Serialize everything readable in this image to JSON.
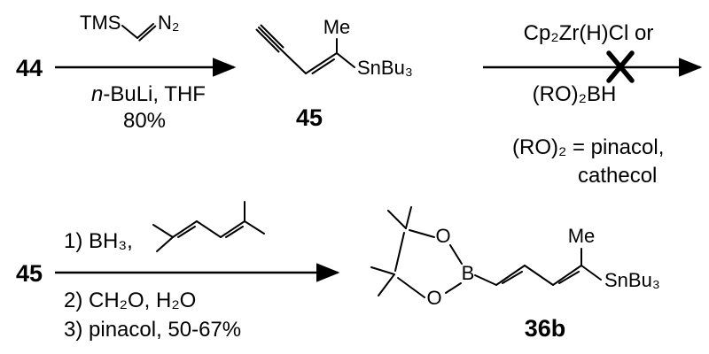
{
  "colors": {
    "ink": "#000000",
    "background": "#ffffff"
  },
  "compounds": {
    "c44": {
      "label": "44"
    },
    "c45": {
      "label": "45",
      "me": "Me",
      "snbu3": "SnBu₃"
    },
    "c36b": {
      "label": "36b",
      "me": "Me",
      "snbu3": "SnBu₃",
      "boron": "B",
      "o_top": "O",
      "o_bottom": "O"
    }
  },
  "step1": {
    "reagent_tms": "TMS",
    "reagent_n2": "N₂",
    "below_italic": "n",
    "below_rest": "-BuLi, THF",
    "yield": "80%"
  },
  "step2": {
    "above": "Cp₂Zr(H)Cl or",
    "below": "(RO)₂BH",
    "note_line1": "(RO)₂ = pinacol,",
    "note_line2": "cathecol",
    "failed": true
  },
  "step3": {
    "line1": "1) BH₃,",
    "line2": "2) CH₂O, H₂O",
    "line3": "3) pinacol, 50-67%"
  }
}
